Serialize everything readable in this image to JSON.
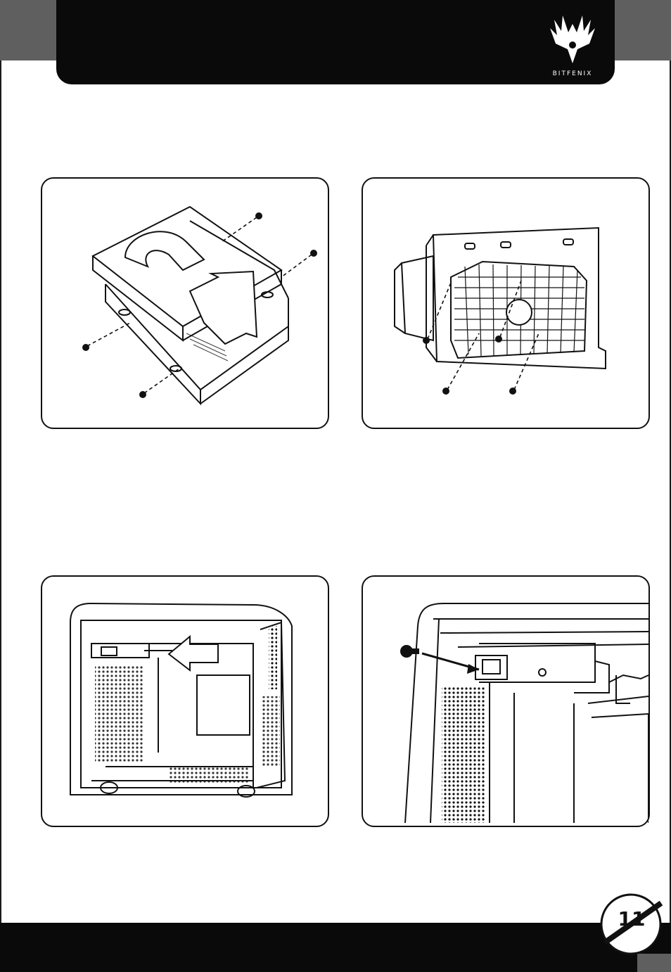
{
  "header": {
    "brand_text": "BITFENIX"
  },
  "footer": {
    "page_number": "11"
  },
  "panels": [
    {
      "icon": "hdd-into-bracket-illustration"
    },
    {
      "icon": "fan-to-bracket-illustration"
    },
    {
      "icon": "bracket-into-case-illustration"
    },
    {
      "icon": "thumbscrew-secure-illustration"
    }
  ],
  "colors": {
    "header_bg": "#0a0a0a",
    "corner_gray": "#5f5f5f",
    "line": "#111111"
  }
}
